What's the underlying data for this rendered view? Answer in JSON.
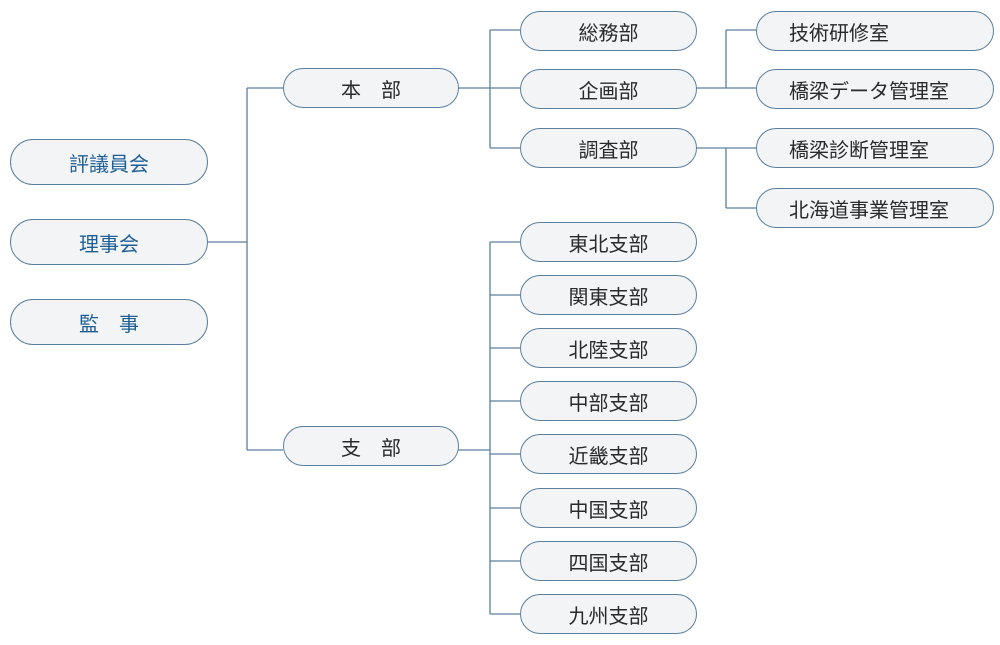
{
  "governance": {
    "council": "評議員会",
    "board": "理事会",
    "auditor": "監　事"
  },
  "headquarters": {
    "label": "本　部",
    "departments": {
      "general_affairs": "総務部",
      "planning": "企画部",
      "research": "調査部"
    },
    "offices": {
      "technical_training": "技術研修室",
      "bridge_data": "橋梁データ管理室",
      "bridge_diagnosis": "橋梁診断管理室",
      "hokkaido": "北海道事業管理室"
    }
  },
  "branches": {
    "label": "支　部",
    "items": [
      "東北支部",
      "関東支部",
      "北陸支部",
      "中部支部",
      "近畿支部",
      "中国支部",
      "四国支部",
      "九州支部"
    ]
  },
  "colors": {
    "line": "#5a7fa0",
    "node_fill": "#f2f4f6",
    "governance_text": "#1f5f96",
    "text": "#2a2a2a"
  }
}
